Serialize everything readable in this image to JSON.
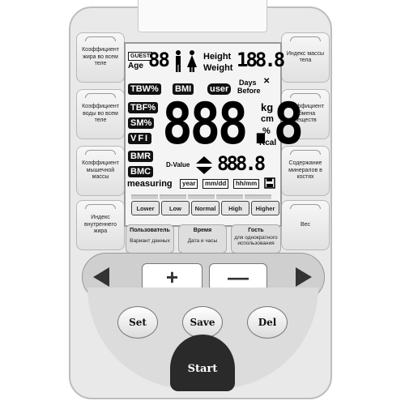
{
  "left_buttons": [
    "Коэффициент жира во всем теле",
    "Коэффициент воды во всем теле",
    "Коэффициент мышечной массы",
    "Индекс внутреннего жира"
  ],
  "right_buttons": [
    "Индекс массы тела",
    "Коэффициент обмена веществ",
    "Содержание минералов в костях",
    "Вес"
  ],
  "lcd": {
    "guest": "GUEST",
    "age": "Age",
    "age_digits": "88",
    "height": "Height",
    "weight": "Weight",
    "hw_digits": "188.8",
    "tbw": "TBW%",
    "bmi": "BMI",
    "user": "user",
    "days": "Days",
    "before": "Before",
    "tbf": "TBF%",
    "sm": "SM%",
    "vfi": "VFI",
    "bmr": "BMR",
    "bmc": "BMC",
    "main_digits": "888.8",
    "unit_kg": "kg",
    "unit_cm": "cm",
    "unit_pct": "%",
    "unit_kcal": "Kcal",
    "dvalue": "D-Value",
    "dvalue_digits": "888.8",
    "measuring": "measuring",
    "year": "year",
    "mmdd": "mm/dd",
    "hhmm": "hh/mm",
    "scale": [
      "Lower",
      "Low",
      "Normal",
      "High",
      "Higher"
    ]
  },
  "function_buttons": [
    {
      "title": "Пользователь",
      "sub": "Вариант данных"
    },
    {
      "title": "Время",
      "sub": "Дата и часы"
    },
    {
      "title": "Гость",
      "sub": "для однократного использования"
    }
  ],
  "nav": {
    "plus": "+",
    "minus": "—"
  },
  "round_buttons": {
    "set": "Set",
    "save": "Save",
    "del": "Del",
    "start": "Start"
  }
}
